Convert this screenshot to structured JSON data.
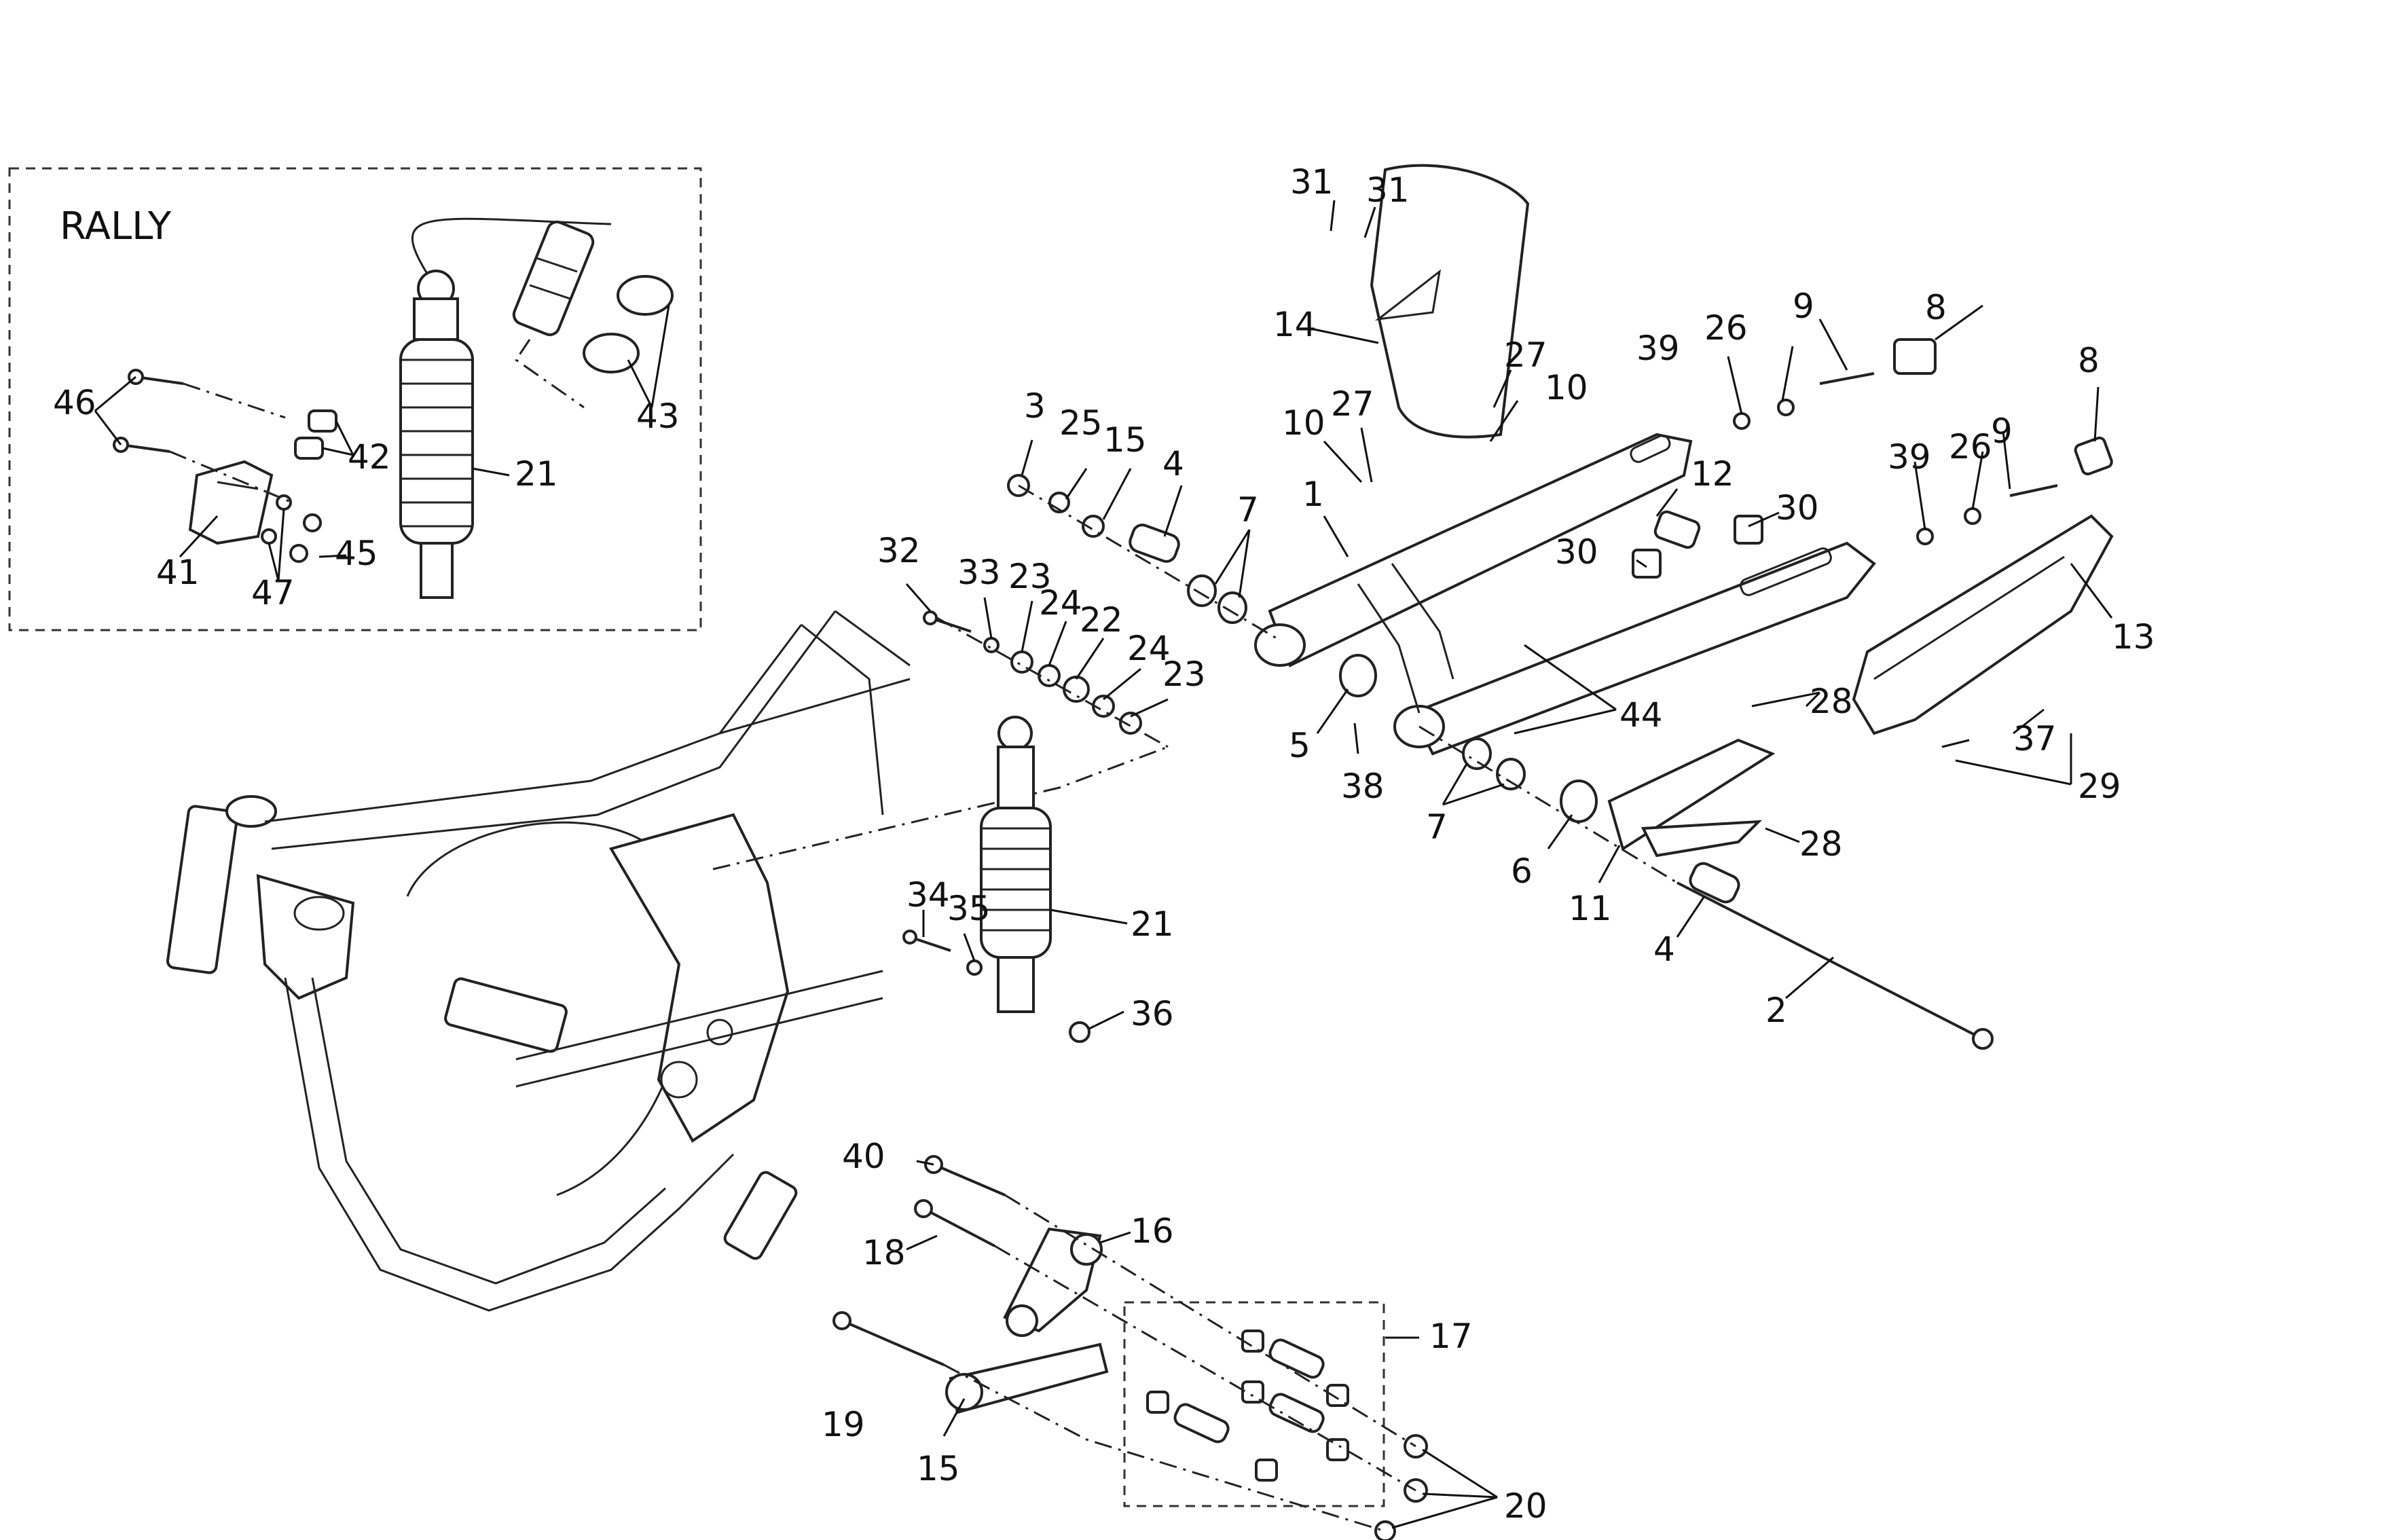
{
  "diagram": {
    "inset_title": "RALLY",
    "callouts": [
      "1",
      "2",
      "3",
      "4",
      "4",
      "5",
      "6",
      "7",
      "7",
      "8",
      "8",
      "9",
      "9",
      "10",
      "10",
      "11",
      "12",
      "13",
      "14",
      "15",
      "15",
      "16",
      "17",
      "18",
      "19",
      "20",
      "21",
      "21",
      "22",
      "23",
      "23",
      "24",
      "24",
      "25",
      "26",
      "26",
      "27",
      "27",
      "28",
      "28",
      "29",
      "30",
      "30",
      "31",
      "31",
      "32",
      "33",
      "34",
      "35",
      "36",
      "37",
      "38",
      "39",
      "39",
      "40",
      "41",
      "42",
      "43",
      "44",
      "45",
      "46",
      "47"
    ]
  }
}
